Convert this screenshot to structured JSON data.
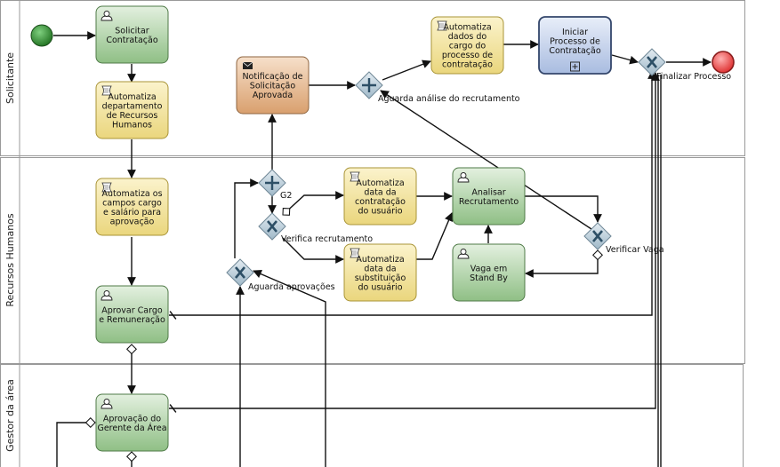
{
  "diagram": {
    "lanes": [
      {
        "id": "solicitante",
        "label": "Solicitante"
      },
      {
        "id": "rh",
        "label": "Recursos Humanos"
      },
      {
        "id": "gestor",
        "label": "Gestor da área"
      }
    ],
    "tasks": [
      {
        "id": "t_solicitar",
        "kind": "user",
        "color": "green",
        "lines": [
          "Solicitar",
          "Contratação"
        ]
      },
      {
        "id": "t_auto_depto",
        "kind": "script",
        "color": "yellow",
        "lines": [
          "Automatiza",
          "departamento",
          "de Recursos",
          "Humanos"
        ]
      },
      {
        "id": "t_notificacao",
        "kind": "mail",
        "color": "orange",
        "lines": [
          "Notificação de",
          "Solicitação",
          "Aprovada"
        ]
      },
      {
        "id": "t_auto_cargo",
        "kind": "script",
        "color": "yellow",
        "lines": [
          "Automatiza",
          "dados do",
          "cargo do",
          "processo de",
          "contratação"
        ]
      },
      {
        "id": "t_iniciar",
        "kind": "subprocess",
        "color": "blue",
        "lines": [
          "Iniciar",
          "Processo de",
          "Contratação"
        ]
      },
      {
        "id": "t_auto_campos",
        "kind": "script",
        "color": "yellow",
        "lines": [
          "Automatiza os",
          "campos cargo",
          "e salário para",
          "aprovação"
        ]
      },
      {
        "id": "t_auto_data_contr",
        "kind": "script",
        "color": "yellow",
        "lines": [
          "Automatiza",
          "data da",
          "contratação",
          "do usuário"
        ]
      },
      {
        "id": "t_auto_data_subst",
        "kind": "script",
        "color": "yellow",
        "lines": [
          "Automatiza",
          "data da",
          "substituição",
          "do usuário"
        ]
      },
      {
        "id": "t_analisar",
        "kind": "user",
        "color": "green",
        "lines": [
          "Analisar",
          "Recrutamento"
        ]
      },
      {
        "id": "t_vaga",
        "kind": "user",
        "color": "green",
        "lines": [
          "Vaga em",
          "Stand By"
        ]
      },
      {
        "id": "t_aprovar",
        "kind": "user",
        "color": "green",
        "lines": [
          "Aprovar Cargo",
          "e Remuneração"
        ]
      },
      {
        "id": "t_gerente",
        "kind": "user",
        "color": "green",
        "lines": [
          "Aprovação do",
          "Gerente da Área"
        ]
      }
    ],
    "gateway_labels": {
      "aguarda_recrutamento": "Aguarda análise do recrutamento",
      "finalizar": "Finalizar Processo",
      "g2": "G2",
      "verifica_recrutamento": "Verifica recrutamento",
      "verificar_vaga": "Verificar Vaga",
      "aguarda_aprovacoes": "Aguarda aprovações"
    },
    "colors": {
      "green": "#a9d0a0",
      "yellow": "#f3e49d",
      "orange": "#e6b88c",
      "blue": "#c2d0ea",
      "gateway": "#b8ccd8",
      "start": "#2e8b2e",
      "end": "#e53b3b"
    }
  }
}
